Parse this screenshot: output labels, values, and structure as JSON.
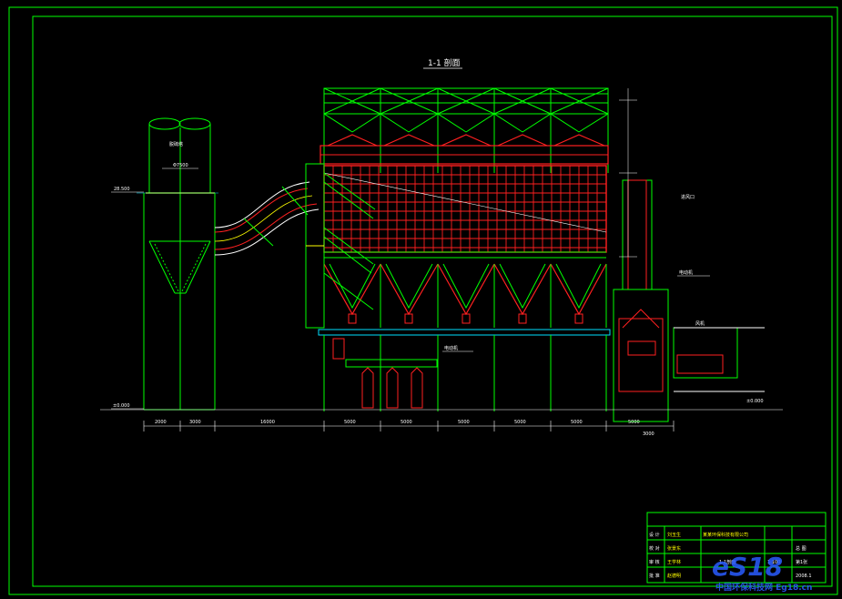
{
  "title": "1-1 剖面",
  "colors": {
    "frame": "#00ff00",
    "structure": "#ff2020",
    "dims": "#ffffff",
    "accent": "#ffff00",
    "watermark": "#2a5cff"
  },
  "labels": {
    "chimney": "脱硫塔",
    "chimney_dim": "Φ7500",
    "level_top": "28.500",
    "level_ground": "±0.000",
    "level_ground2": "±0.000",
    "label_support": "电动机",
    "label_fan": "风机",
    "label_pipe": "进风口",
    "label_motor": "电动机"
  },
  "bottom_dims": [
    "2000",
    "3000",
    "16000",
    "5000",
    "5000",
    "5000",
    "5000",
    "5000",
    "5000",
    "3000"
  ],
  "title_block": {
    "rows": [
      {
        "role": "设 计",
        "name": "刘玉生"
      },
      {
        "role": "校 对",
        "name": "张景东"
      },
      {
        "role": "审 核",
        "name": "王学林"
      },
      {
        "role": "批 准",
        "name": "赵德明"
      }
    ],
    "project": "某某环保科技有限公司",
    "drawing_name": "1-1剖面",
    "drawing_no": "总 图",
    "scale": "1:100",
    "sheet": "第1张",
    "date": "2008.1"
  },
  "watermark": {
    "logo": "eS18",
    "text": "中国环保科技网 Eg18.cn"
  }
}
